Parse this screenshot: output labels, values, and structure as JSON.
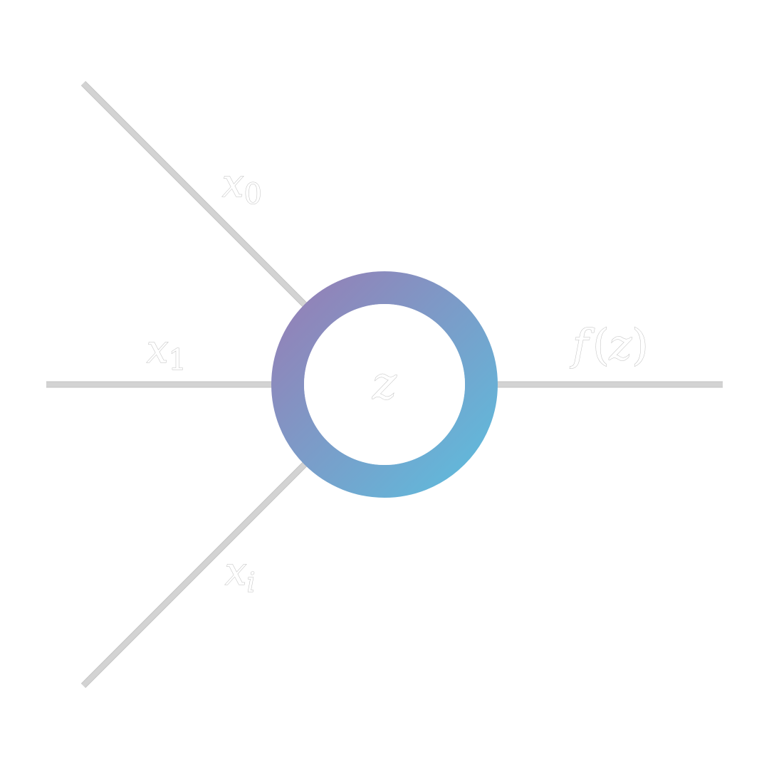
{
  "neuron": {
    "input_0_label": "x",
    "input_0_sub": "0",
    "input_1_label": "x",
    "input_1_sub": "1",
    "input_i_label": "x",
    "input_i_sub": "i",
    "node_label": "z",
    "output_label_f": "f",
    "output_label_open": "(",
    "output_label_z": "z",
    "output_label_close": ")"
  },
  "colors": {
    "edge": "#d3d3d3",
    "ring_start": "#957fb6",
    "ring_end": "#5fbbdc",
    "label_outline": "#bdbdbd"
  }
}
